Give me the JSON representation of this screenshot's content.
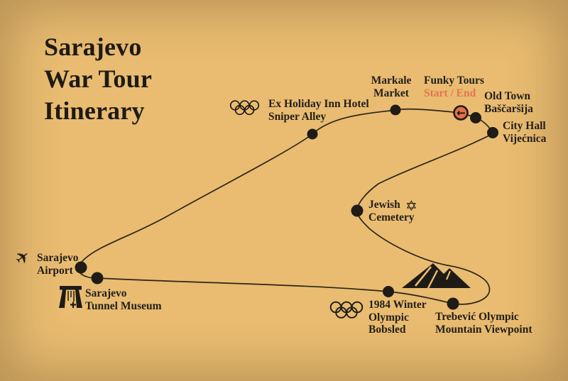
{
  "title": {
    "lines": [
      "Sarajevo",
      "War Tour",
      "Itinerary"
    ]
  },
  "colors": {
    "background": "#e9bc71",
    "ink": "#221e18",
    "accent": "#e4764b",
    "route": "#2c2519",
    "start_marker_fill": "#e0714a"
  },
  "stops": [
    {
      "id": "funky-tours",
      "lines": [
        "Funky Tours"
      ],
      "subtitle": "Start / End",
      "marker": "start-end-circle"
    },
    {
      "id": "markale-market",
      "lines": [
        "Markale",
        "Market"
      ]
    },
    {
      "id": "ex-holiday-inn",
      "lines": [
        "Ex Holiday Inn Hotel",
        "Sniper Alley"
      ],
      "icon": "olympic-rings"
    },
    {
      "id": "old-town",
      "lines": [
        "Old Town",
        "Baščaršija"
      ]
    },
    {
      "id": "city-hall",
      "lines": [
        "City Hall",
        "Vijećnica"
      ]
    },
    {
      "id": "jewish-cemetery",
      "lines": [
        "Jewish",
        "Cemetery"
      ],
      "icon": "star-of-david"
    },
    {
      "id": "sarajevo-airport",
      "lines": [
        "Sarajevo",
        "Airport"
      ],
      "icon": "airplane"
    },
    {
      "id": "sarajevo-tunnel-museum",
      "lines": [
        "Sarajevo",
        "Tunnel Museum"
      ],
      "icon": "tunnel"
    },
    {
      "id": "olympic-bobsled",
      "lines": [
        "1984 Winter",
        "Olympic",
        "Bobsled"
      ],
      "icon": "olympic-rings"
    },
    {
      "id": "trebevic-viewpoint",
      "lines": [
        "Trebević Olympic",
        "Mountain Viewpoint"
      ],
      "icon": "mountain"
    }
  ],
  "icons": {
    "airplane": "✈",
    "star_of_david": "✡",
    "arrow_left": "←",
    "olympic_rings": "olympic-rings",
    "mountain": "mountain",
    "tunnel": "tunnel"
  }
}
